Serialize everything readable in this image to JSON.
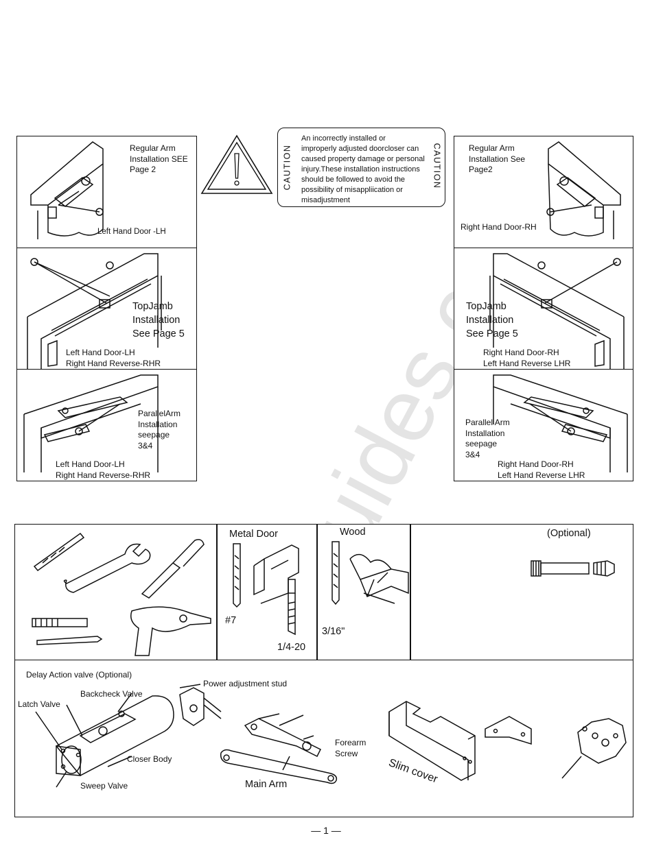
{
  "caution": {
    "side_label": "CAUTION",
    "text": "An incorrectly installed or\nimproperly adjusted doorcloser can\ncaused property damage or personal\ninjury.These installation instructions\nshould be followed to avoid the\npossibility of misappliication or\nmisadjustment"
  },
  "left_panels": [
    {
      "title": "Regular Arm\nInstallation SEE\nPage 2",
      "caption": "Left Hand Door -LH"
    },
    {
      "title": "TopJamb\nInstallation\nSee Page 5",
      "caption": "Left Hand Door-LH\nRight Hand Reverse-RHR"
    },
    {
      "title": "ParallelArm\nInstallation\nseepage\n3&4",
      "caption": "Left Hand Door-LH\nRight Hand Reverse-RHR"
    }
  ],
  "right_panels": [
    {
      "title": "Regular Arm\nInstallation See\nPage2",
      "caption": "Right Hand Door-RH"
    },
    {
      "title": "TopJamb\nInstallation\nSee Page 5",
      "caption": "Right Hand Door-RH\nLeft Hand Reverse LHR"
    },
    {
      "title": "Parallel Arm\nInstallation\nseepage\n3&4",
      "caption": "Right Hand Door-RH\nLeft Hand Reverse LHR"
    }
  ],
  "tools": {
    "metal_door": "Metal Door",
    "drill_7": "#7",
    "tap_size": "1/4-20",
    "wood": "Wood",
    "drill_316": "3/16\"",
    "optional": "(Optional)"
  },
  "parts": {
    "delay_action": "Delay Action valve (Optional)",
    "backcheck": "Backcheck Valve",
    "latch": "Latch Valve",
    "closer_body": "Closer Body",
    "sweep": "Sweep Valve",
    "power_stud": "Power adjustment stud",
    "forearm": "Forearm\nScrew",
    "main_arm": "Main Arm",
    "slim_cover": "Slim cover"
  },
  "watermark": "all-guides.com",
  "page_number": "1"
}
